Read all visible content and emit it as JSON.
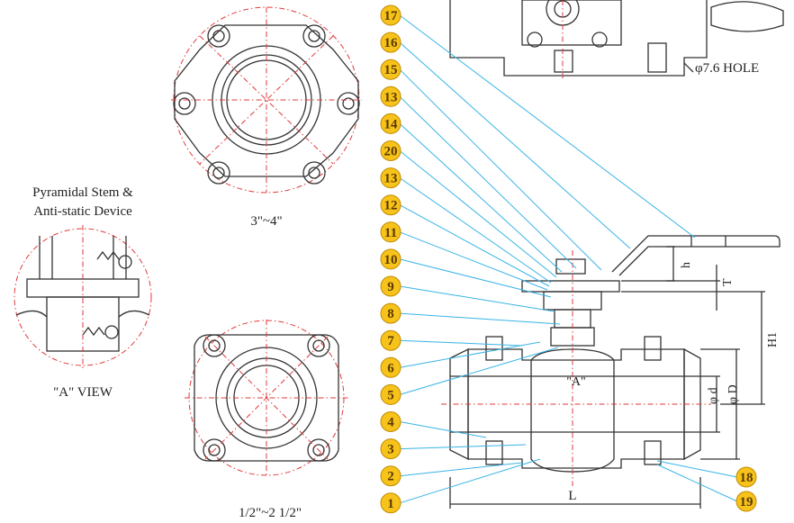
{
  "labels": {
    "stem_title_line1": "Pyramidal Stem &",
    "stem_title_line2": "Anti-static Device",
    "a_view": "\"A\" VIEW",
    "flange_large": "3\"~4\"",
    "flange_small": "1/2\"~2 1/2\"",
    "hole": "φ7.6 HOLE",
    "a_marker": "\"A\"",
    "dim_L": "L",
    "dim_h": "h",
    "dim_T": "T",
    "dim_H1": "H1",
    "dim_d": "φ d",
    "dim_D": "φ D"
  },
  "balloons_left": [
    "17",
    "16",
    "15",
    "13",
    "14",
    "20",
    "13",
    "12",
    "11",
    "10",
    "9",
    "8",
    "7",
    "6",
    "5",
    "4",
    "3",
    "2",
    "1"
  ],
  "balloons_right": [
    "18",
    "19"
  ],
  "colors": {
    "balloon_fill": "#f7c31a",
    "leader": "#39b4e6",
    "centerline": "#e23a3a",
    "ink": "#333333"
  }
}
